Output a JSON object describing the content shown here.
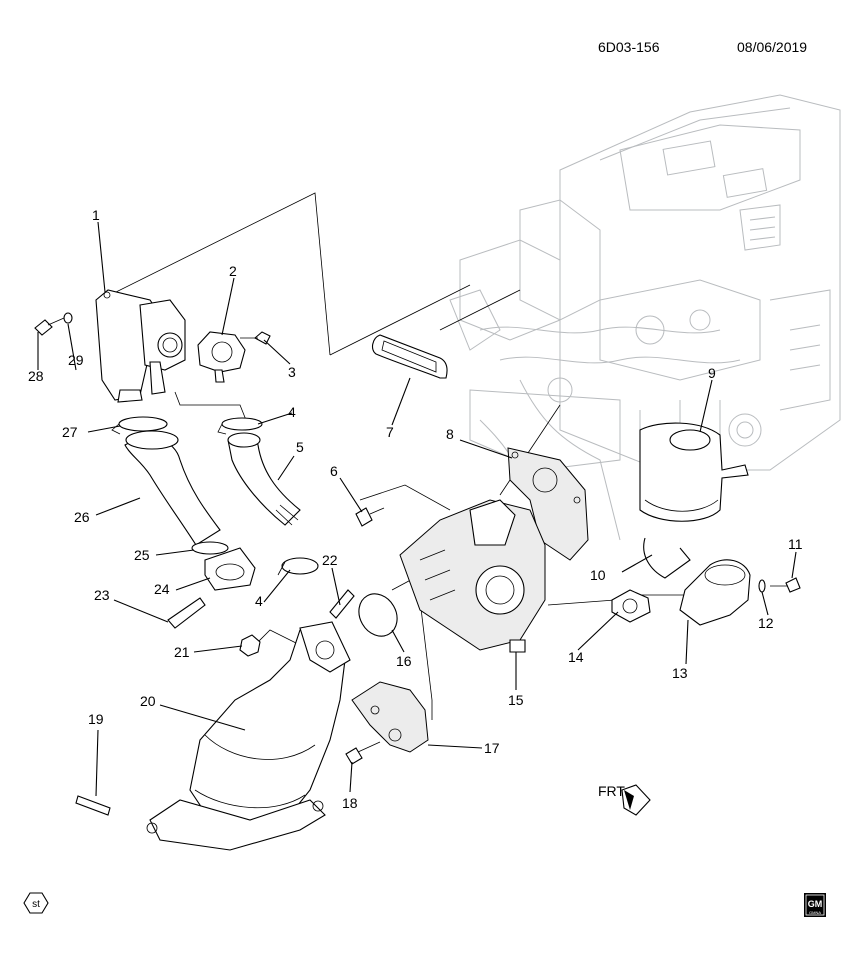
{
  "header": {
    "diagram_code": "6D03-156",
    "date": "08/06/2019"
  },
  "badges": {
    "st": "st",
    "brand": "GM",
    "brand_sub": "GMNA"
  },
  "direction_label": "FRT",
  "callouts": [
    {
      "num": "1"
    },
    {
      "num": "2"
    },
    {
      "num": "3"
    },
    {
      "num": "4"
    },
    {
      "num": "4"
    },
    {
      "num": "5"
    },
    {
      "num": "6"
    },
    {
      "num": "7"
    },
    {
      "num": "8"
    },
    {
      "num": "9"
    },
    {
      "num": "10"
    },
    {
      "num": "11"
    },
    {
      "num": "12"
    },
    {
      "num": "13"
    },
    {
      "num": "14"
    },
    {
      "num": "15"
    },
    {
      "num": "16"
    },
    {
      "num": "17"
    },
    {
      "num": "18"
    },
    {
      "num": "19"
    },
    {
      "num": "20"
    },
    {
      "num": "21"
    },
    {
      "num": "22"
    },
    {
      "num": "23"
    },
    {
      "num": "24"
    },
    {
      "num": "25"
    },
    {
      "num": "26"
    },
    {
      "num": "27"
    },
    {
      "num": "28"
    },
    {
      "num": "29"
    }
  ]
}
